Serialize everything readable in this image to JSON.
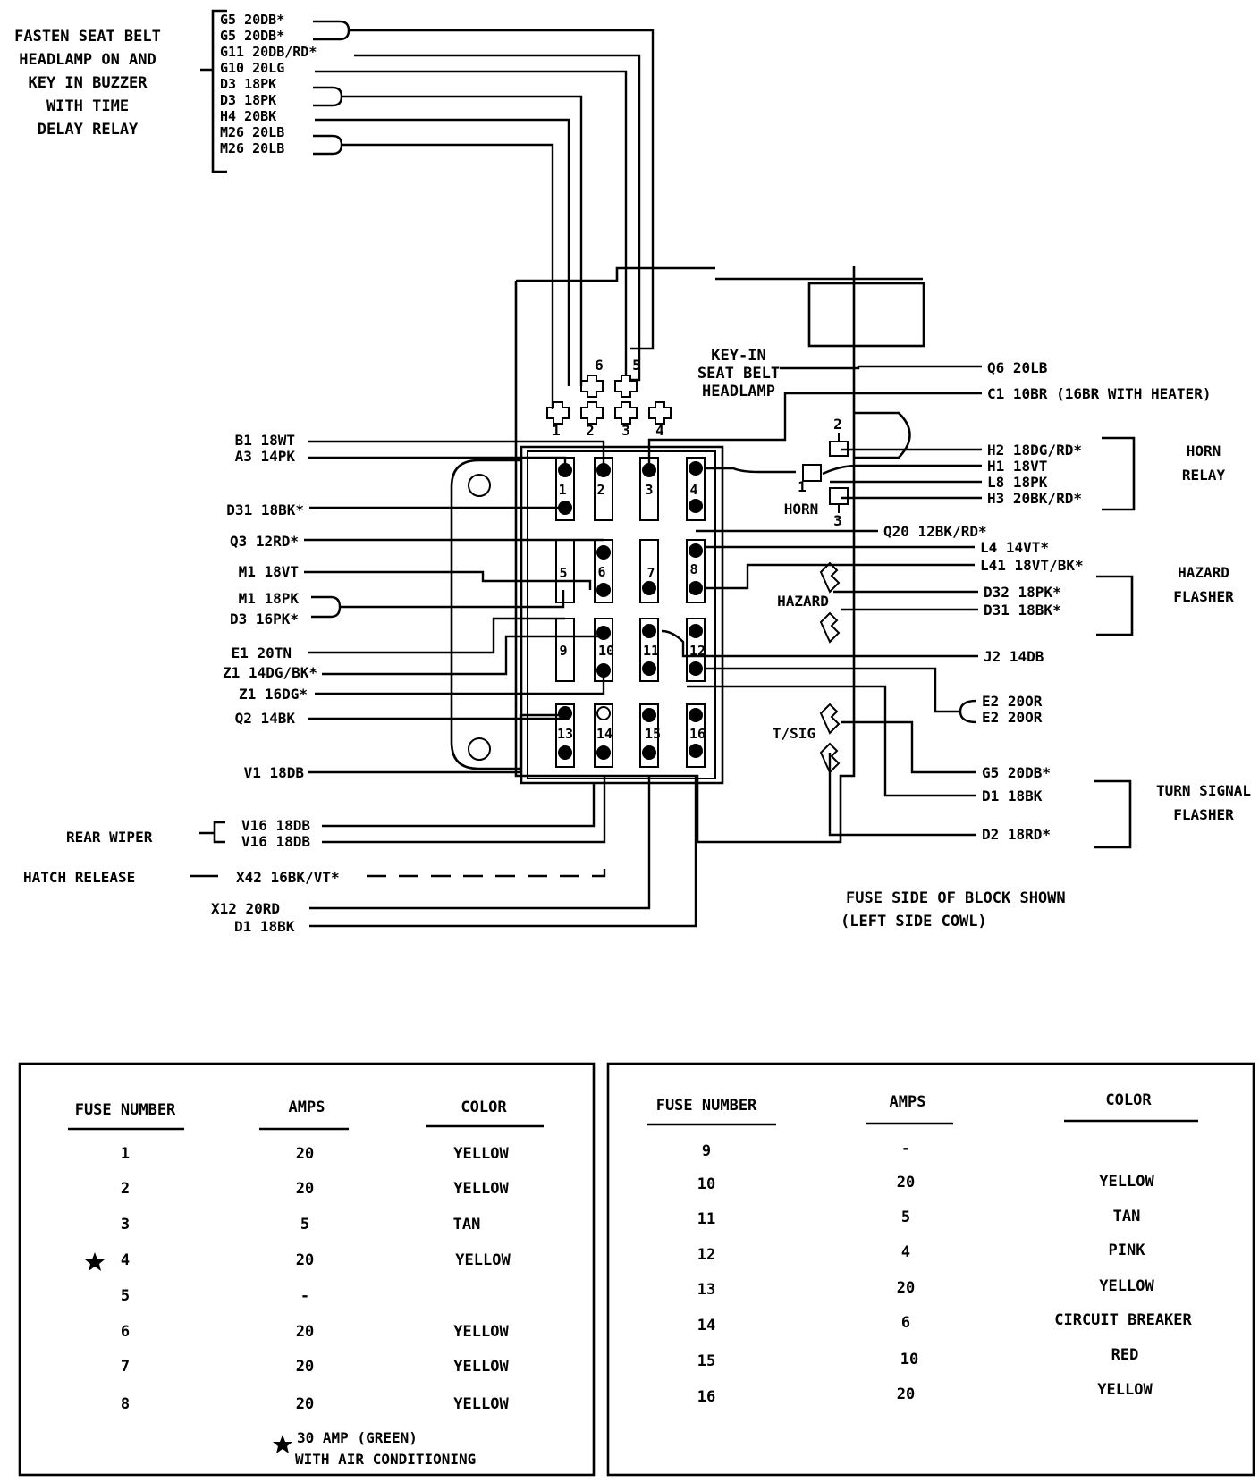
{
  "buzzer": {
    "label": [
      "FASTEN SEAT BELT",
      "HEADLAMP ON AND",
      "KEY IN BUZZER",
      "WITH TIME",
      "DELAY RELAY"
    ],
    "wires": [
      "G5 20DB*",
      "G5 20DB*",
      "G11 20DB/RD*",
      "G10 20LG",
      "D3 18PK",
      "D3 18PK",
      "H4 20BK",
      "M26 20LB",
      "M26 20LB"
    ]
  },
  "connector": {
    "label": [
      "KEY-IN",
      "SEAT BELT",
      "HEADLAMP"
    ],
    "pins_top": [
      "6",
      "5"
    ],
    "pins_bottom": [
      "1",
      "2",
      "3",
      "4"
    ]
  },
  "left_wires": [
    "B1 18WT",
    "A3 14PK",
    "D31 18BK*",
    "Q3 12RD*",
    "M1 18VT",
    "M1 18PK",
    "D3 16PK*",
    "E1 20TN",
    "Z1 14DG/BK*",
    "Z1 16DG*",
    "Q2 14BK",
    "V1 18DB"
  ],
  "right_wires": [
    "Q6 20LB",
    "C1 10BR (16BR WITH HEATER)",
    "H2 18DG/RD*",
    "H1 18VT",
    "L8 18PK",
    "H3 20BK/RD*",
    "Q20 12BK/RD*",
    "L4 14VT*",
    "L41 18VT/BK*",
    "D32 18PK*",
    "D31 18BK*",
    "J2 14DB",
    "E2 20OR",
    "E2 20OR",
    "G5 20DB*",
    "D1 18BK",
    "D2 18RD*"
  ],
  "horn": {
    "label": "HORN",
    "relay": [
      "HORN",
      "RELAY"
    ],
    "pins": [
      "2",
      "1",
      "3"
    ]
  },
  "hazard": {
    "label": "HAZARD",
    "flasher": [
      "HAZARD",
      "FLASHER"
    ]
  },
  "turn": {
    "label": "T/SIG",
    "flasher": [
      "TURN SIGNAL",
      "FLASHER"
    ]
  },
  "fuses": [
    "1",
    "2",
    "3",
    "4",
    "5",
    "6",
    "7",
    "8",
    "9",
    "10",
    "11",
    "12",
    "13",
    "14",
    "15",
    "16"
  ],
  "bottom": {
    "rear_wiper": "REAR WIPER",
    "v16a": "V16 18DB",
    "v16b": "V16 18DB",
    "hatch": "HATCH RELEASE",
    "x42": "X42 16BK/VT*",
    "x12": "X12 20RD",
    "d1": "D1 18BK"
  },
  "caption": [
    "FUSE SIDE OF BLOCK SHOWN",
    "(LEFT SIDE COWL)"
  ],
  "table_left": {
    "headers": [
      "FUSE NUMBER",
      "AMPS",
      "COLOR"
    ],
    "rows": [
      [
        "1",
        "20",
        "YELLOW"
      ],
      [
        "2",
        "20",
        "YELLOW"
      ],
      [
        "3",
        "5",
        "TAN"
      ],
      [
        "4",
        "20",
        "YELLOW"
      ],
      [
        "5",
        "-",
        ""
      ],
      [
        "6",
        "20",
        "YELLOW"
      ],
      [
        "7",
        "20",
        "YELLOW"
      ],
      [
        "8",
        "20",
        "YELLOW"
      ]
    ],
    "note": [
      "30 AMP (GREEN)",
      "WITH AIR CONDITIONING"
    ]
  },
  "table_right": {
    "headers": [
      "FUSE NUMBER",
      "AMPS",
      "COLOR"
    ],
    "rows": [
      [
        "9",
        "-",
        ""
      ],
      [
        "10",
        "20",
        "YELLOW"
      ],
      [
        "11",
        "5",
        "TAN"
      ],
      [
        "12",
        "4",
        "PINK"
      ],
      [
        "13",
        "20",
        "YELLOW"
      ],
      [
        "14",
        "6",
        "CIRCUIT BREAKER"
      ],
      [
        "15",
        "10",
        "RED"
      ],
      [
        "16",
        "20",
        "YELLOW"
      ]
    ]
  }
}
